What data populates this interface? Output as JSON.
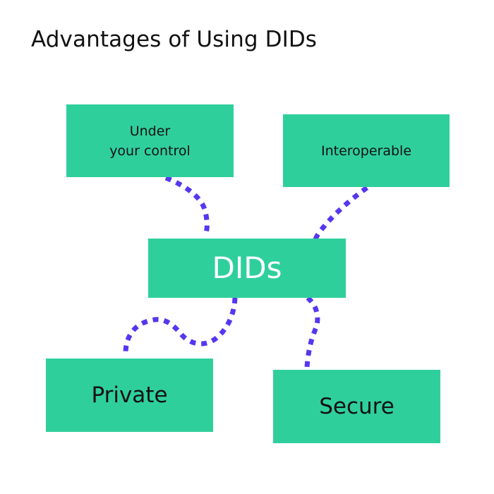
{
  "diagram": {
    "title": "Advantages of Using DIDs",
    "center_label": "DIDs",
    "nodes": {
      "control": {
        "line1": "Under",
        "line2": "your control"
      },
      "interoperable": "Interoperable",
      "private": "Private",
      "secure": "Secure"
    },
    "colors": {
      "box_fill": "#2fcf9c",
      "connector": "#5637ef",
      "title_text": "#111111",
      "center_text": "#ffffff"
    }
  }
}
